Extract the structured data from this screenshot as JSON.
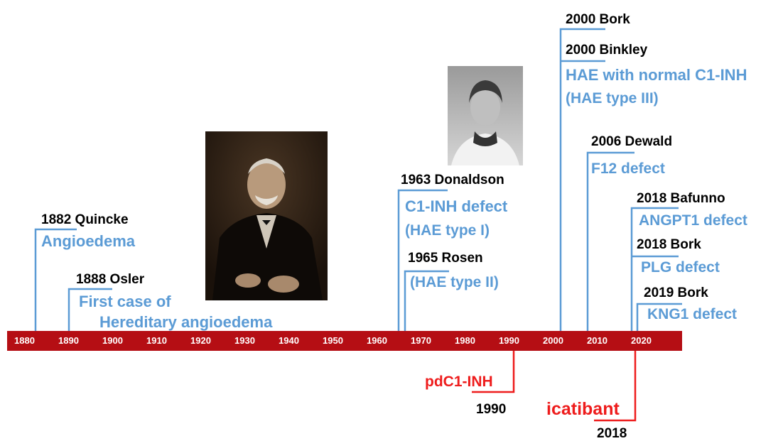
{
  "colors": {
    "timeline_bar": "#b50e14",
    "blue": "#5b9bd5",
    "red": "#ee1c1c",
    "black": "#000000"
  },
  "axis": {
    "ticks": [
      "1880",
      "1890",
      "1900",
      "1910",
      "1920",
      "1930",
      "1940",
      "1950",
      "1960",
      "1970",
      "1980",
      "1990",
      "2000",
      "2010",
      "2020"
    ]
  },
  "events": {
    "quincke": {
      "title": "1882 Quincke",
      "desc": "Angioedema"
    },
    "osler": {
      "title": "1888 Osler",
      "desc_line1": "First case of",
      "desc_line2": "Hereditary angioedema"
    },
    "donaldson": {
      "title": "1963 Donaldson",
      "desc_line1": "C1-INH defect",
      "desc_line2": "(HAE type I)"
    },
    "rosen": {
      "title": "1965 Rosen",
      "desc": "(HAE type II)"
    },
    "bork2000": {
      "title": "2000 Bork"
    },
    "binkley": {
      "title": "2000 Binkley",
      "desc_line1": "HAE with normal C1-INH",
      "desc_line2": "(HAE type III)"
    },
    "dewald": {
      "title": "2006 Dewald",
      "desc": "F12 defect"
    },
    "bafunno": {
      "title": "2018 Bafunno",
      "desc": "ANGPT1 defect"
    },
    "bork2018": {
      "title": "2018 Bork",
      "desc": "PLG defect"
    },
    "bork2019": {
      "title": "2019 Bork",
      "desc": "KNG1 defect"
    }
  },
  "therapies": {
    "pdc1inh": {
      "name": "pdC1-INH",
      "year": "1990"
    },
    "icatibant": {
      "name": "icatibant",
      "year": "2018"
    }
  },
  "photos": {
    "left": {
      "icon": "portrait-photo-man"
    },
    "right": {
      "icon": "portrait-photo-woman"
    }
  }
}
